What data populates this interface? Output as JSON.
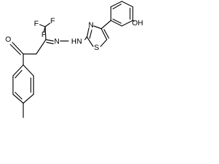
{
  "molecule": {
    "atoms": {
      "f1": "F",
      "f2": "F",
      "f3": "F",
      "o_ketone": "O",
      "n_hydrazone": "N",
      "nh_hydrazone": "HN",
      "n_thiazole": "N",
      "s_thiazole": "S",
      "oh_phenol": "OH"
    },
    "colors": {
      "bond": "#000000",
      "label": "#000000",
      "background": "#ffffff"
    }
  }
}
